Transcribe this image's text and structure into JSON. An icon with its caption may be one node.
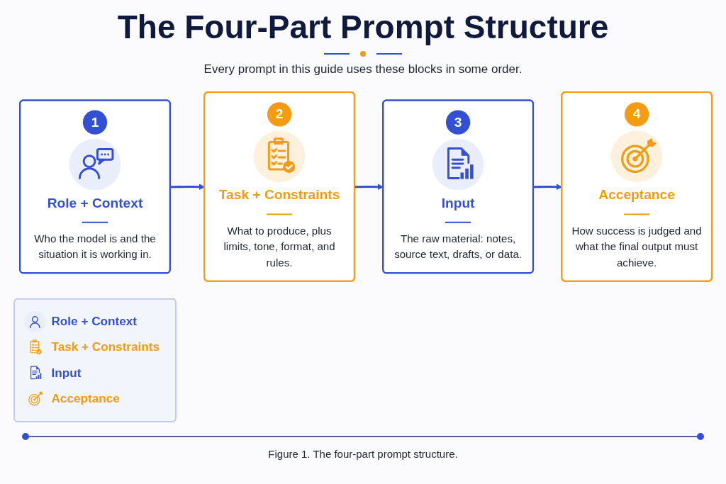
{
  "diagram": {
    "title": "The Four-Part Prompt Structure",
    "caption": "Figure 1. The four-part prompt structure.",
    "nodes": [
      {
        "text": [
          "1",
          "Role + Context",
          "Who the model is and the situation it is working in."
        ]
      },
      {
        "text": [
          "2",
          "Task + Constraints",
          "What to produce, plus limits, tone, format, and rules."
        ]
      },
      {
        "text": [
          "3",
          "Input",
          "The raw material: notes, source text, drafts, or data."
        ]
      },
      {
        "text": [
          "4",
          "Acceptance",
          "How success is judged and what the final output must achieve."
        ]
      },
      {
        "text": [
          "Role + Context",
          "Task + Constraints",
          "Input",
          "Acceptance"
        ]
      }
    ],
    "edges": [
      {
        "from": 0,
        "to": 1,
        "arrow": "to"
      },
      {
        "from": 1,
        "to": 2,
        "arrow": "to"
      },
      {
        "from": 2,
        "to": 3,
        "arrow": "to"
      }
    ],
    "labels": [
      "Every prompt in this guide uses these blocks in some order."
    ]
  }
}
